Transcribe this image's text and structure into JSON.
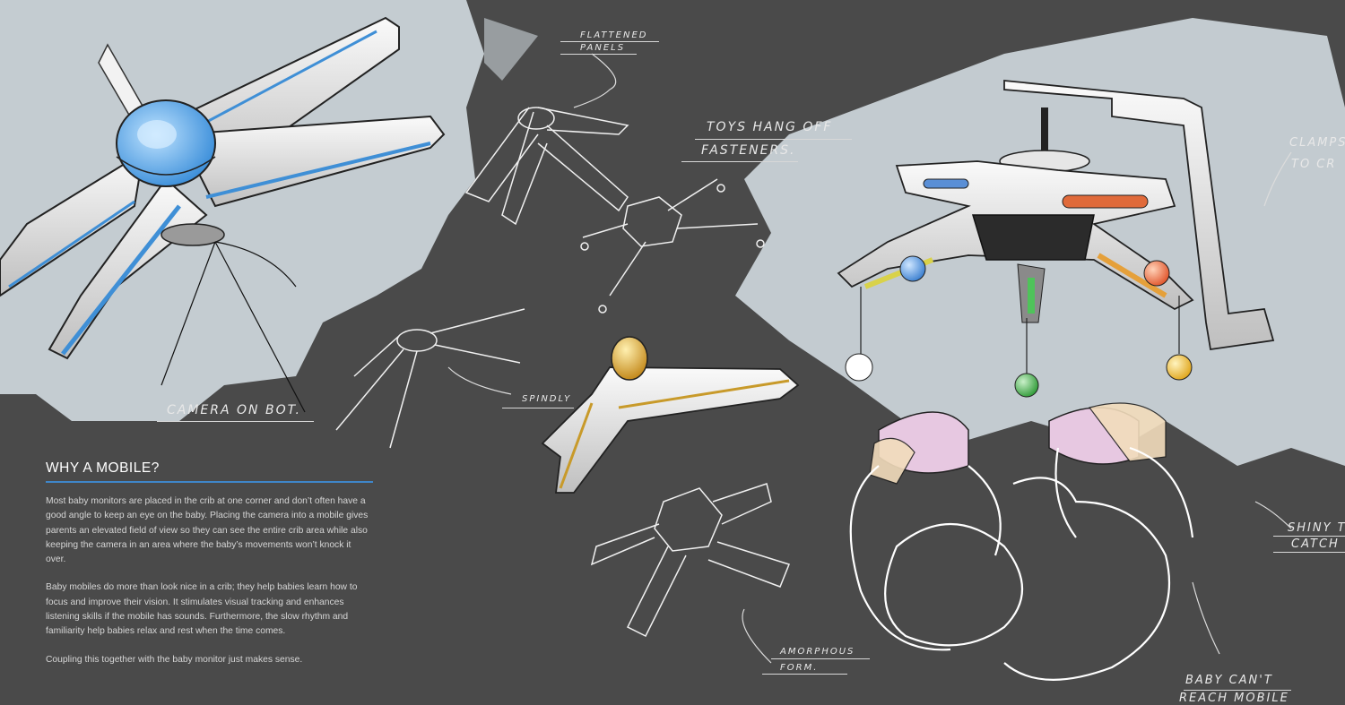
{
  "article": {
    "heading": "WHY A MOBILE?",
    "paragraphs": [
      "Most baby monitors are placed in the crib at one corner and don’t often have a good angle to keep an eye on the baby.  Placing the camera into a mobile gives parents an elevated field of view so they can see the entire crib area while also keeping the camera in an area where the baby’s movements won’t knock it over.",
      "Baby mobiles do more than look nice in a crib; they help babies learn how to focus and improve their vision. It stimulates visual tracking and enhances listening skills if the mobile has sounds. Furthermore, the slow rhythm and familiarity help babies relax and rest when the time comes.",
      "Coupling this together with the baby monitor just makes sense."
    ]
  },
  "annotations": {
    "camera_on_bot": "Camera on Bot.",
    "flattened_panels_1": "Flattened",
    "flattened_panels_2": "Panels",
    "toys_hang_1": "Toys hang off",
    "toys_hang_2": "Fasteners.",
    "spindly": "Spindly",
    "amorphous_1": "Amorphous",
    "amorphous_2": "Form.",
    "clamps_1": "Clamps",
    "clamps_2": "to Cr",
    "shiny_1": "Shiny To",
    "shiny_2": "Catch R",
    "baby_cant_1": "Baby can't",
    "baby_cant_2": "Reach Mobile"
  },
  "colors": {
    "background": "#4a4a4a",
    "marker_wash": "#cdd6db",
    "accent_blue": "#3f86c9",
    "accent_orange": "#e06a3a",
    "accent_yellow": "#e8c53a",
    "accent_green": "#46b04a",
    "accent_gold": "#d8a531",
    "baby_pink": "#e7c8e1",
    "baby_peach": "#f2dcbc"
  }
}
